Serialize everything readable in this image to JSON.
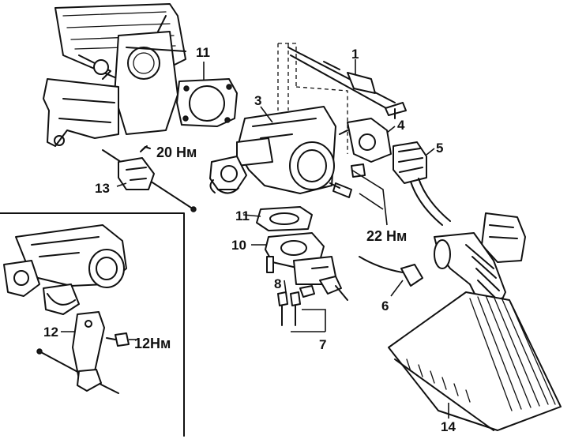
{
  "callouts": [
    {
      "id": "1",
      "text": "1"
    },
    {
      "id": "3",
      "text": "3"
    },
    {
      "id": "4",
      "text": "4"
    },
    {
      "id": "5",
      "text": "5"
    },
    {
      "id": "6",
      "text": "6"
    },
    {
      "id": "7",
      "text": "7"
    },
    {
      "id": "8",
      "text": "8"
    },
    {
      "id": "10",
      "text": "10"
    },
    {
      "id": "11a",
      "text": "11"
    },
    {
      "id": "11b",
      "text": "11"
    },
    {
      "id": "12",
      "text": "12"
    },
    {
      "id": "13",
      "text": "13"
    },
    {
      "id": "14",
      "text": "14"
    }
  ],
  "torques": {
    "t20": "20 Нм",
    "t22": "22 Нм",
    "t12": "12Нм"
  }
}
